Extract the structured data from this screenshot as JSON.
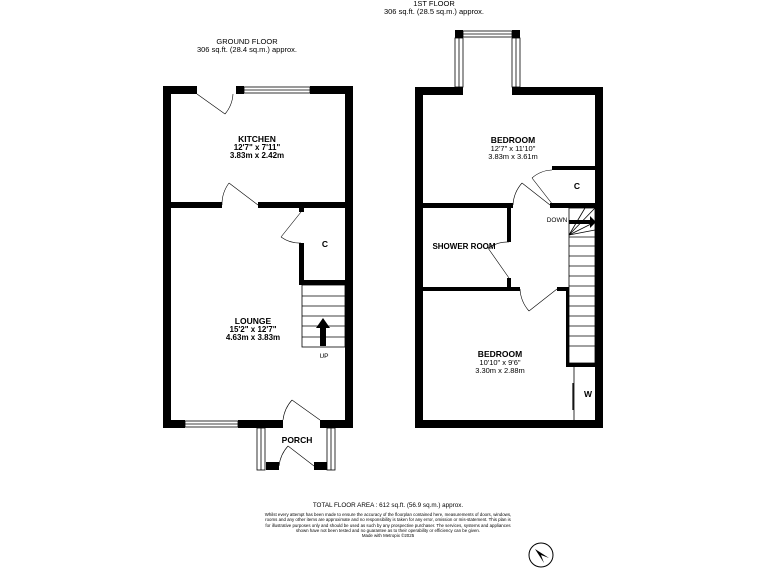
{
  "ground_floor": {
    "title": "GROUND FLOOR",
    "area": "306 sq.ft. (28.4 sq.m.) approx.",
    "rooms": [
      {
        "name": "KITCHEN",
        "imperial": "12'7\"  x 7'11\"",
        "metric": "3.83m  x 2.42m"
      },
      {
        "name": "LOUNGE",
        "imperial": "15'2\"  x 12'7\"",
        "metric": "4.63m  x 3.83m"
      },
      {
        "name": "PORCH"
      }
    ],
    "cupboard": "C",
    "stairs_label": "UP"
  },
  "first_floor": {
    "title": "1ST FLOOR",
    "area": "306 sq.ft. (28.5 sq.m.) approx.",
    "rooms": [
      {
        "name": "BEDROOM",
        "imperial": "12'7\"  x 11'10\"",
        "metric": "3.83m  x 3.61m"
      },
      {
        "name": "SHOWER ROOM"
      },
      {
        "name": "BEDROOM",
        "imperial": "10'10\"  x 9'6\"",
        "metric": "3.30m  x 2.88m"
      }
    ],
    "cupboard": "C",
    "wardrobe": "W",
    "stairs_label": "DOWN"
  },
  "footer": {
    "total": "TOTAL FLOOR AREA : 612 sq.ft. (56.9 sq.m.) approx.",
    "disclaimer": "Whilst every attempt has been made to ensure the accuracy of the floorplan contained here, measurements of doors, windows, rooms and any other items are approximate and no responsibility is taken for any error, omission or mis-statement. This plan is for illustrative purposes only and should be used as such by any prospective purchaser. The services, systems and appliances shown have not been tested and no guarantee as to their operability or efficiency can be given.",
    "credit": "Made with Metropix ©2025"
  },
  "compass": {
    "icon": "compass-icon"
  }
}
